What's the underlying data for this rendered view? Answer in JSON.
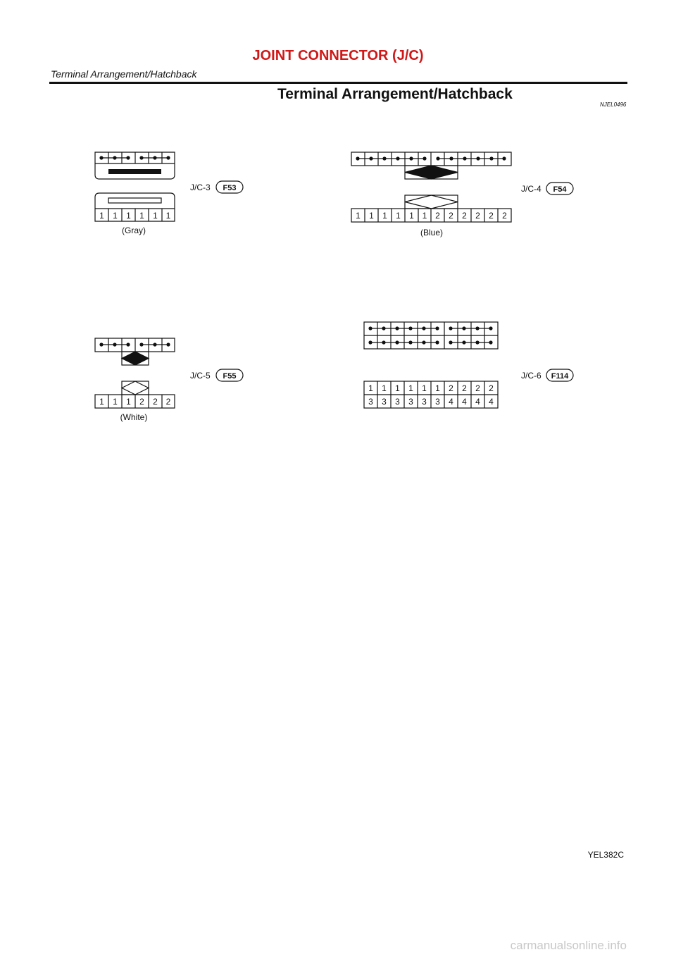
{
  "header": {
    "title": "JOINT CONNECTOR (J/C)",
    "subtitle": "Terminal Arrangement/Hatchback"
  },
  "section": {
    "title": "Terminal Arrangement/Hatchback",
    "code": "NJEL0496"
  },
  "connectors": [
    {
      "label": "J/C-3",
      "badge": "F53",
      "color": "(Gray)",
      "top_groups": [
        3,
        3
      ],
      "rows": [
        [
          "1",
          "1",
          "1",
          "1",
          "1",
          "1"
        ]
      ]
    },
    {
      "label": "J/C-4",
      "badge": "F54",
      "color": "(Blue)",
      "top_groups": [
        6,
        6
      ],
      "rows": [
        [
          "1",
          "1",
          "1",
          "1",
          "1",
          "1",
          "2",
          "2",
          "2",
          "2",
          "2",
          "2"
        ]
      ]
    },
    {
      "label": "J/C-5",
      "badge": "F55",
      "color": "(White)",
      "top_groups": [
        3,
        3
      ],
      "rows": [
        [
          "1",
          "1",
          "1",
          "2",
          "2",
          "2"
        ]
      ]
    },
    {
      "label": "J/C-6",
      "badge": "F114",
      "color": "",
      "top_groups": [
        6,
        4
      ],
      "rows": [
        [
          "1",
          "1",
          "1",
          "1",
          "1",
          "1",
          "2",
          "2",
          "2",
          "2"
        ],
        [
          "3",
          "3",
          "3",
          "3",
          "3",
          "3",
          "4",
          "4",
          "4",
          "4"
        ]
      ]
    }
  ],
  "figure_code": "YEL382C",
  "watermark": "carmanualsonline.info"
}
